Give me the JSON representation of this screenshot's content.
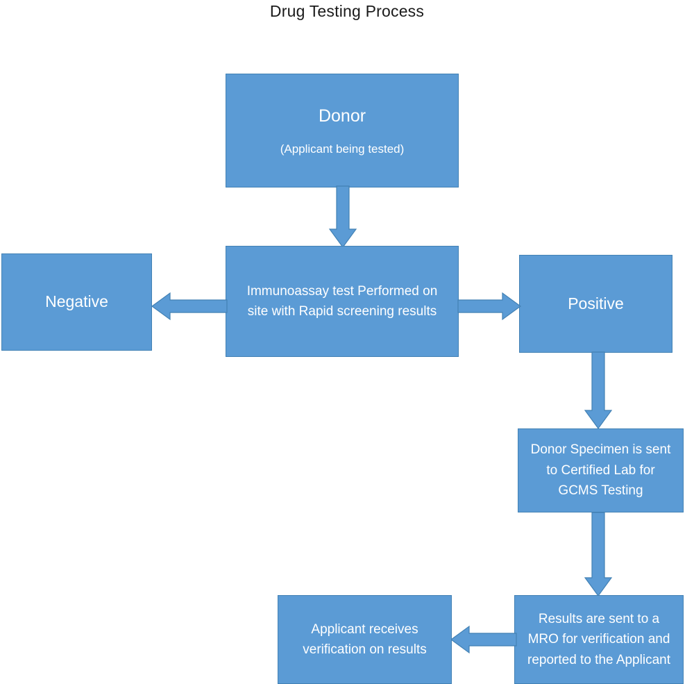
{
  "diagram": {
    "title": "Drug Testing Process",
    "accent_fill": "#5B9BD5",
    "accent_border": "#4281B4",
    "text_color": "#FFFFFF",
    "background": "#FFFFFF",
    "nodes": {
      "donor": {
        "heading": "Donor",
        "subtitle": "(Applicant being tested)"
      },
      "immunoassay": {
        "line1": "Immunoassay test Performed on",
        "line2": "site with Rapid screening results"
      },
      "negative": {
        "label": "Negative"
      },
      "positive": {
        "label": "Positive"
      },
      "lab": {
        "line1": "Donor Specimen is sent",
        "line2": "to Certified Lab for",
        "line3": "GCMS Testing"
      },
      "mro": {
        "line1": "Results are sent to a",
        "line2": "MRO for verification and",
        "line3": "reported to the Applicant"
      },
      "applicant_result": {
        "line1": "Applicant receives",
        "line2": "verification on results"
      }
    },
    "connectors": {
      "donor_to_immunoassay": "arrow-down",
      "immunoassay_to_negative": "arrow-left",
      "immunoassay_to_positive": "arrow-right",
      "positive_to_lab": "arrow-down",
      "lab_to_mro": "arrow-down",
      "mro_to_applicant_result": "arrow-left"
    }
  }
}
